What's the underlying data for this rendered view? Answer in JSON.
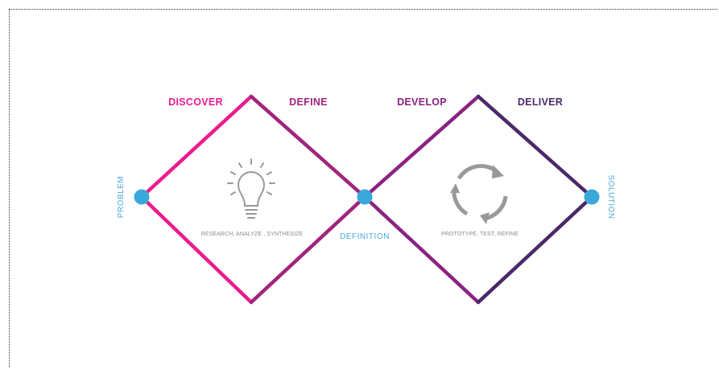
{
  "phases": {
    "discover": "DISCOVER",
    "define": "DEFINE",
    "develop": "DEVELOP",
    "deliver": "DELIVER"
  },
  "nodes": {
    "problem": "PROBLEM",
    "definition": "DEFINITION",
    "solution": "SOLUTION"
  },
  "descriptions": {
    "first": "RESEARCH, ANALYZE , SYNTHESIZE",
    "second": "PROTOTYPE, TEST, REFINE"
  },
  "icons": {
    "first": "lightbulb-icon",
    "second": "refresh-cycle-icon"
  },
  "colors": {
    "pink": "#ec1c8f",
    "magenta": "#a1247c",
    "purple": "#8a2381",
    "indigo": "#4b2868",
    "node": "#3aa8d8",
    "icon_gray": "#999999"
  }
}
